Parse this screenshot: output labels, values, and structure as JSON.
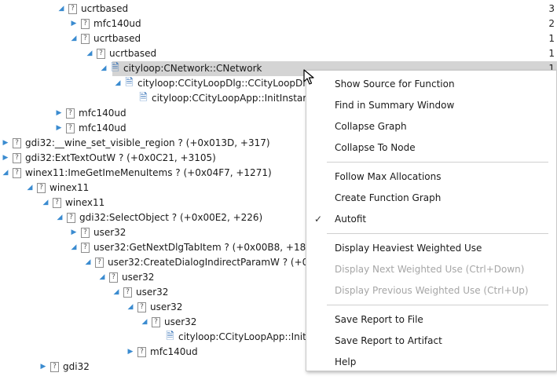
{
  "tree": [
    {
      "indent": 73,
      "twisty": "open",
      "icon": "unknown-icon",
      "label": "ucrtbased",
      "count": "3"
    },
    {
      "indent": 89,
      "twisty": "closed",
      "icon": "unknown-icon",
      "label": "mfc140ud",
      "count": "2"
    },
    {
      "indent": 89,
      "twisty": "open",
      "icon": "unknown-icon",
      "label": "ucrtbased",
      "count": "1"
    },
    {
      "indent": 109,
      "twisty": "open",
      "icon": "unknown-icon",
      "label": "ucrtbased",
      "count": "1"
    },
    {
      "indent": 127,
      "twisty": "open",
      "icon": "source-file-icon",
      "label": "cityloop:CNetwork::CNetwork",
      "count": "1",
      "selected": true
    },
    {
      "indent": 145,
      "twisty": "open",
      "icon": "source-file-icon",
      "label": "cityloop:CCityLoopDlg::CCityLoopDl",
      "count": ""
    },
    {
      "indent": 163,
      "twisty": "",
      "icon": "source-file-icon",
      "label": "cityloop:CCityLoopApp::InitInstar",
      "count": ""
    },
    {
      "indent": 70,
      "twisty": "closed",
      "icon": "unknown-icon",
      "label": "mfc140ud",
      "count": ""
    },
    {
      "indent": 70,
      "twisty": "closed",
      "icon": "unknown-icon",
      "label": "mfc140ud",
      "count": ""
    },
    {
      "indent": 2,
      "twisty": "closed",
      "icon": "unknown-icon",
      "label": "gdi32:__wine_set_visible_region ? (+0x013D, +317)",
      "count": ""
    },
    {
      "indent": 2,
      "twisty": "closed",
      "icon": "unknown-icon",
      "label": "gdi32:ExtTextOutW ? (+0x0C21, +3105)",
      "count": ""
    },
    {
      "indent": 2,
      "twisty": "open",
      "icon": "unknown-icon",
      "label": "winex11:ImeGetImeMenuItems ? (+0x04F7, +1271)",
      "count": ""
    },
    {
      "indent": 33,
      "twisty": "open",
      "icon": "unknown-icon",
      "label": "winex11",
      "count": ""
    },
    {
      "indent": 53,
      "twisty": "open",
      "icon": "unknown-icon",
      "label": "winex11",
      "count": ""
    },
    {
      "indent": 71,
      "twisty": "open",
      "icon": "unknown-icon",
      "label": "gdi32:SelectObject ? (+0x00E2, +226)",
      "count": ""
    },
    {
      "indent": 89,
      "twisty": "closed",
      "icon": "unknown-icon",
      "label": "user32",
      "count": ""
    },
    {
      "indent": 89,
      "twisty": "open",
      "icon": "unknown-icon",
      "label": "user32:GetNextDlgTabItem ? (+0x00B8, +18",
      "count": ""
    },
    {
      "indent": 107,
      "twisty": "open",
      "icon": "unknown-icon",
      "label": "user32:CreateDialogIndirectParamW ? (+0",
      "count": ""
    },
    {
      "indent": 125,
      "twisty": "open",
      "icon": "unknown-icon",
      "label": "user32",
      "count": ""
    },
    {
      "indent": 143,
      "twisty": "open",
      "icon": "unknown-icon",
      "label": "user32",
      "count": ""
    },
    {
      "indent": 161,
      "twisty": "open",
      "icon": "unknown-icon",
      "label": "user32",
      "count": ""
    },
    {
      "indent": 179,
      "twisty": "open",
      "icon": "unknown-icon",
      "label": "user32",
      "count": ""
    },
    {
      "indent": 197,
      "twisty": "",
      "icon": "source-file-icon",
      "label": "cityloop:CCityLoopApp::Init",
      "count": ""
    },
    {
      "indent": 161,
      "twisty": "closed",
      "icon": "unknown-icon",
      "label": "mfc140ud",
      "count": ""
    },
    {
      "indent": 50,
      "twisty": "closed",
      "icon": "unknown-icon",
      "label": "gdi32",
      "count": ""
    }
  ],
  "menu": {
    "items": [
      {
        "label": "Show Source for Function"
      },
      {
        "label": "Find in Summary Window"
      },
      {
        "label": "Collapse Graph"
      },
      {
        "label": "Collapse To Node"
      },
      {
        "sep": true
      },
      {
        "label": "Follow Max Allocations"
      },
      {
        "label": "Create Function Graph"
      },
      {
        "label": "Autofit",
        "checked": true
      },
      {
        "sep": true
      },
      {
        "label": "Display Heaviest Weighted Use"
      },
      {
        "label": "Display Next Weighted Use (Ctrl+Down)",
        "disabled": true
      },
      {
        "label": "Display Previous Weighted Use (Ctrl+Up)",
        "disabled": true
      },
      {
        "sep": true
      },
      {
        "label": "Save Report to File"
      },
      {
        "label": "Save Report to Artifact"
      },
      {
        "label": "Help"
      }
    ],
    "check_glyph": "✓"
  },
  "colors": {
    "selection": "#d4d4d4",
    "twisty": "#3a8bd0",
    "source_icon": "#2f6db4",
    "disabled_text": "#a6a6a6"
  }
}
